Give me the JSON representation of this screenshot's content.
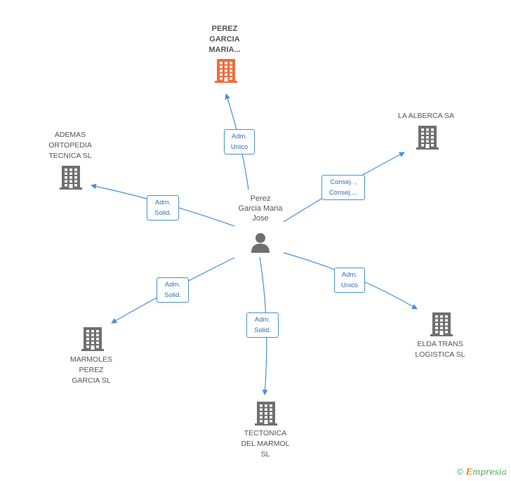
{
  "center": {
    "label": "Perez\nGarcia Maria\nJose",
    "icon": "person-icon"
  },
  "nodes": [
    {
      "id": "perez-garcia-maria",
      "label": "PEREZ\nGARCIA\nMARIA...",
      "highlight": true,
      "color": "#f26b3a",
      "icon": "building-icon",
      "role": "Adm.\nUnico"
    },
    {
      "id": "la-alberca",
      "label": "LA ALBERCA SA",
      "highlight": false,
      "color": "#6f6f6f",
      "icon": "building-icon",
      "role": "Consej. ,\nConsej...."
    },
    {
      "id": "ademas-ortopedia",
      "label": "ADEMAS\nORTOPEDIA\nTECNICA  SL",
      "highlight": false,
      "color": "#6f6f6f",
      "icon": "building-icon",
      "role": "Adm.\nSolid."
    },
    {
      "id": "elda-trans",
      "label": "ELDA TRANS\nLOGISTICA SL",
      "highlight": false,
      "color": "#6f6f6f",
      "icon": "building-icon",
      "role": "Adm.\nUnico"
    },
    {
      "id": "marmoles-perez",
      "label": "MARMOLES\nPEREZ\nGARCIA SL",
      "highlight": false,
      "color": "#6f6f6f",
      "icon": "building-icon",
      "role": "Adm.\nSolid."
    },
    {
      "id": "tectonica-marmol",
      "label": "TECTONICA\nDEL MARMOL\nSL",
      "highlight": false,
      "color": "#6f6f6f",
      "icon": "building-icon",
      "role": "Adm.\nSolid."
    }
  ],
  "edge_color": "#4a8fd9",
  "footer": {
    "copyright": "©",
    "brand_first": "E",
    "brand_rest": "mpresia"
  }
}
